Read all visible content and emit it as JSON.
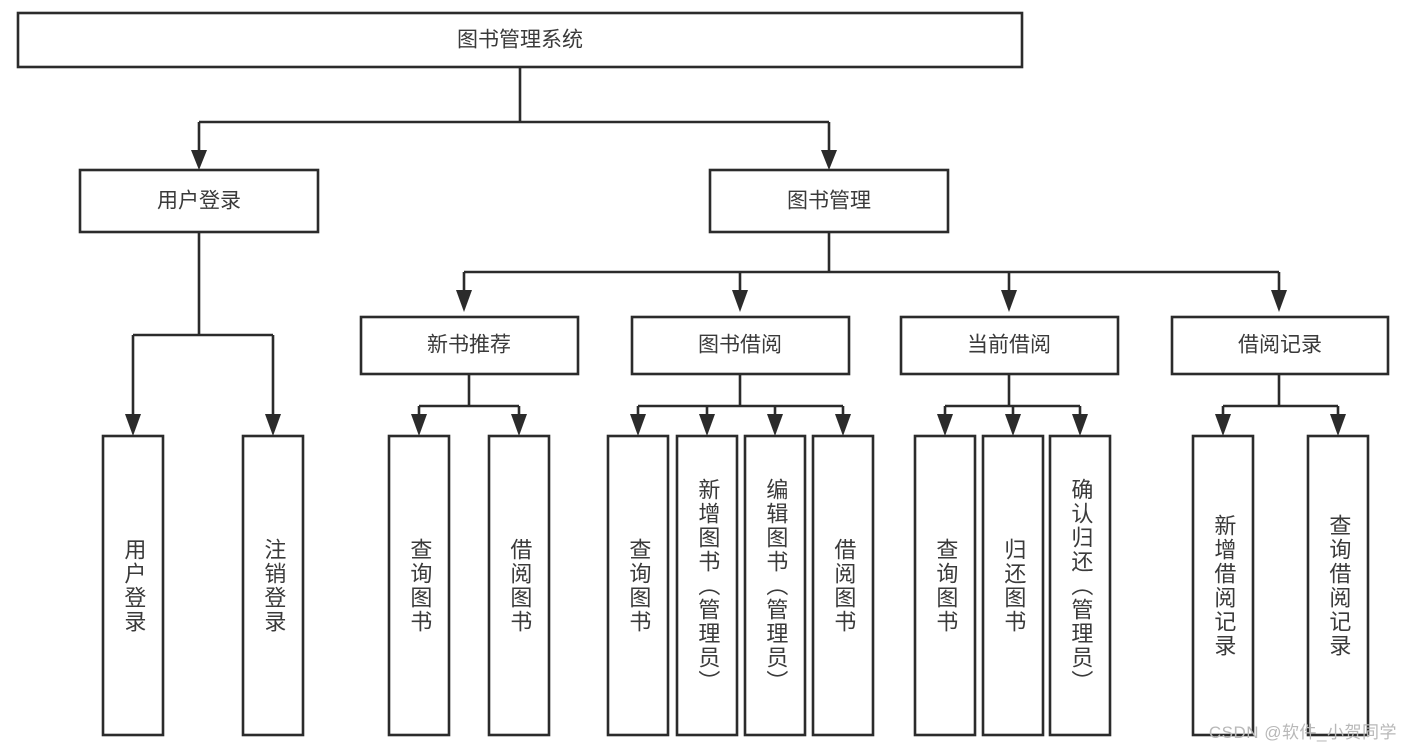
{
  "diagram": {
    "title": "图书管理系统",
    "type": "tree-hierarchy-diagram",
    "colors": {
      "stroke": "#2b2b2b",
      "box_fill": "#ffffff",
      "text": "#3a3a3a",
      "background": "#ffffff",
      "watermark": "#b8b8b8"
    },
    "root": {
      "label": "图书管理系统"
    },
    "level2": [
      {
        "label": "用户登录"
      },
      {
        "label": "图书管理"
      }
    ],
    "level3": [
      {
        "label": "新书推荐"
      },
      {
        "label": "图书借阅"
      },
      {
        "label": "当前借阅"
      },
      {
        "label": "借阅记录"
      }
    ],
    "leaves": {
      "user_login": [
        {
          "label": "用户登录"
        },
        {
          "label": "注销登录"
        }
      ],
      "new_book_recommend": [
        {
          "label": "查询图书"
        },
        {
          "label": "借阅图书"
        }
      ],
      "book_borrow": [
        {
          "label": "查询图书"
        },
        {
          "label": "新增图书（管理员）"
        },
        {
          "label": "编辑图书（管理员）"
        },
        {
          "label": "借阅图书"
        }
      ],
      "current_borrow": [
        {
          "label": "查询图书"
        },
        {
          "label": "归还图书"
        },
        {
          "label": "确认归还（管理员）"
        }
      ],
      "borrow_record": [
        {
          "label": "新增借阅记录"
        },
        {
          "label": "查询借阅记录"
        }
      ]
    },
    "watermark": "CSDN @软件_小贺同学"
  }
}
